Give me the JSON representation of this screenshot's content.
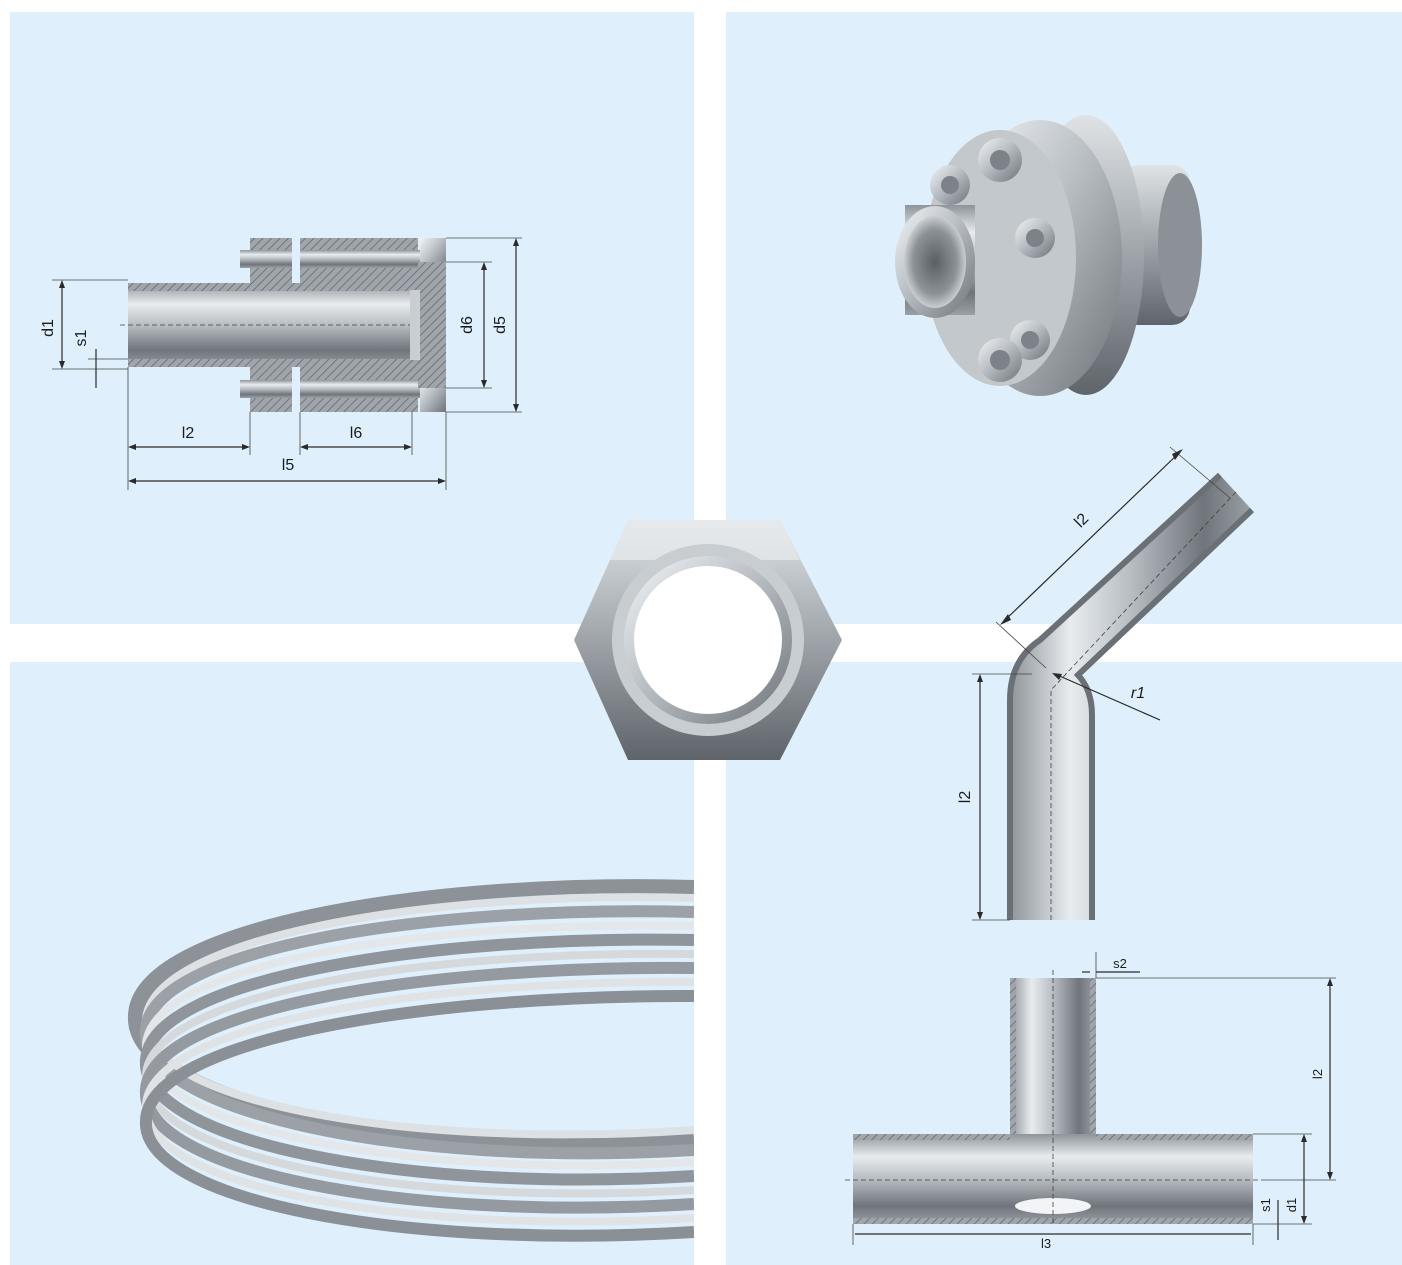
{
  "background_color": "#dff0fc",
  "panels": {
    "flange_section": {
      "labels": {
        "d1": "d1",
        "s1": "s1",
        "d6": "d6",
        "d5": "d5",
        "l2": "l2",
        "l6": "l6",
        "l5": "l5"
      }
    },
    "bend_section": {
      "labels": {
        "l2_top": "l2",
        "r1": "r1",
        "l2_side": "l2"
      }
    },
    "tee_section": {
      "labels": {
        "s2": "s2",
        "l2": "l2",
        "s1": "s1",
        "d1": "d1",
        "l3": "l3"
      }
    }
  },
  "icons": [
    "flange-union-render",
    "hex-nut-render",
    "tube-coil-render"
  ]
}
